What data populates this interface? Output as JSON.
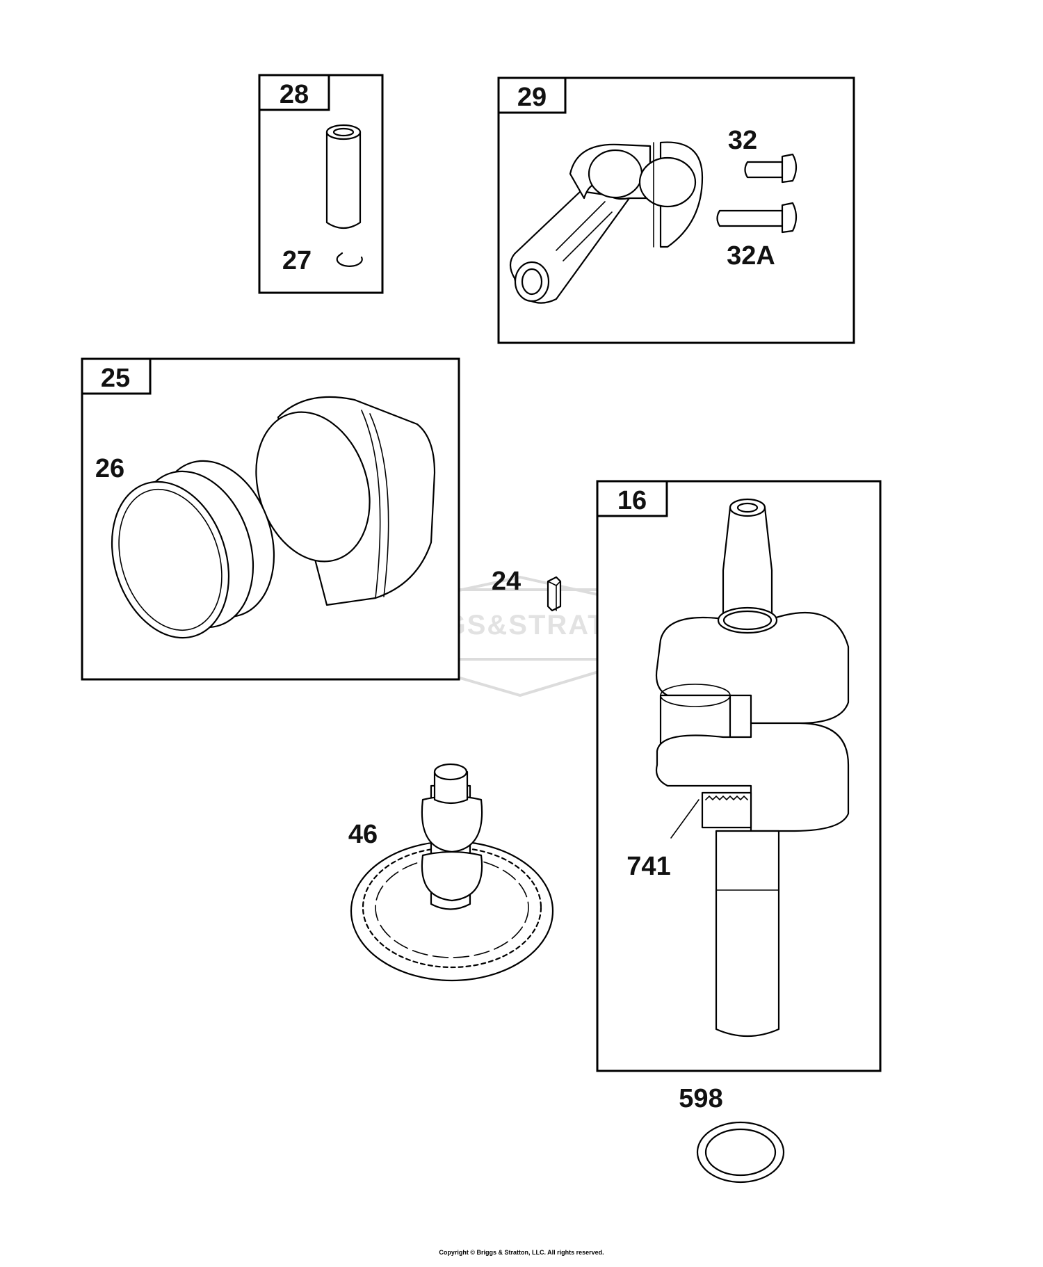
{
  "labels": {
    "box28": "28",
    "pin27": "27",
    "box29": "29",
    "bolt32": "32",
    "bolt32a": "32A",
    "box25": "25",
    "rings26": "26",
    "key24": "24",
    "box16": "16",
    "cam46": "46",
    "gear741": "741",
    "washer598": "598"
  },
  "watermark": "BRIGGS&STRATTON",
  "copyright": "Copyright © Briggs & Stratton, LLC. All rights reserved."
}
